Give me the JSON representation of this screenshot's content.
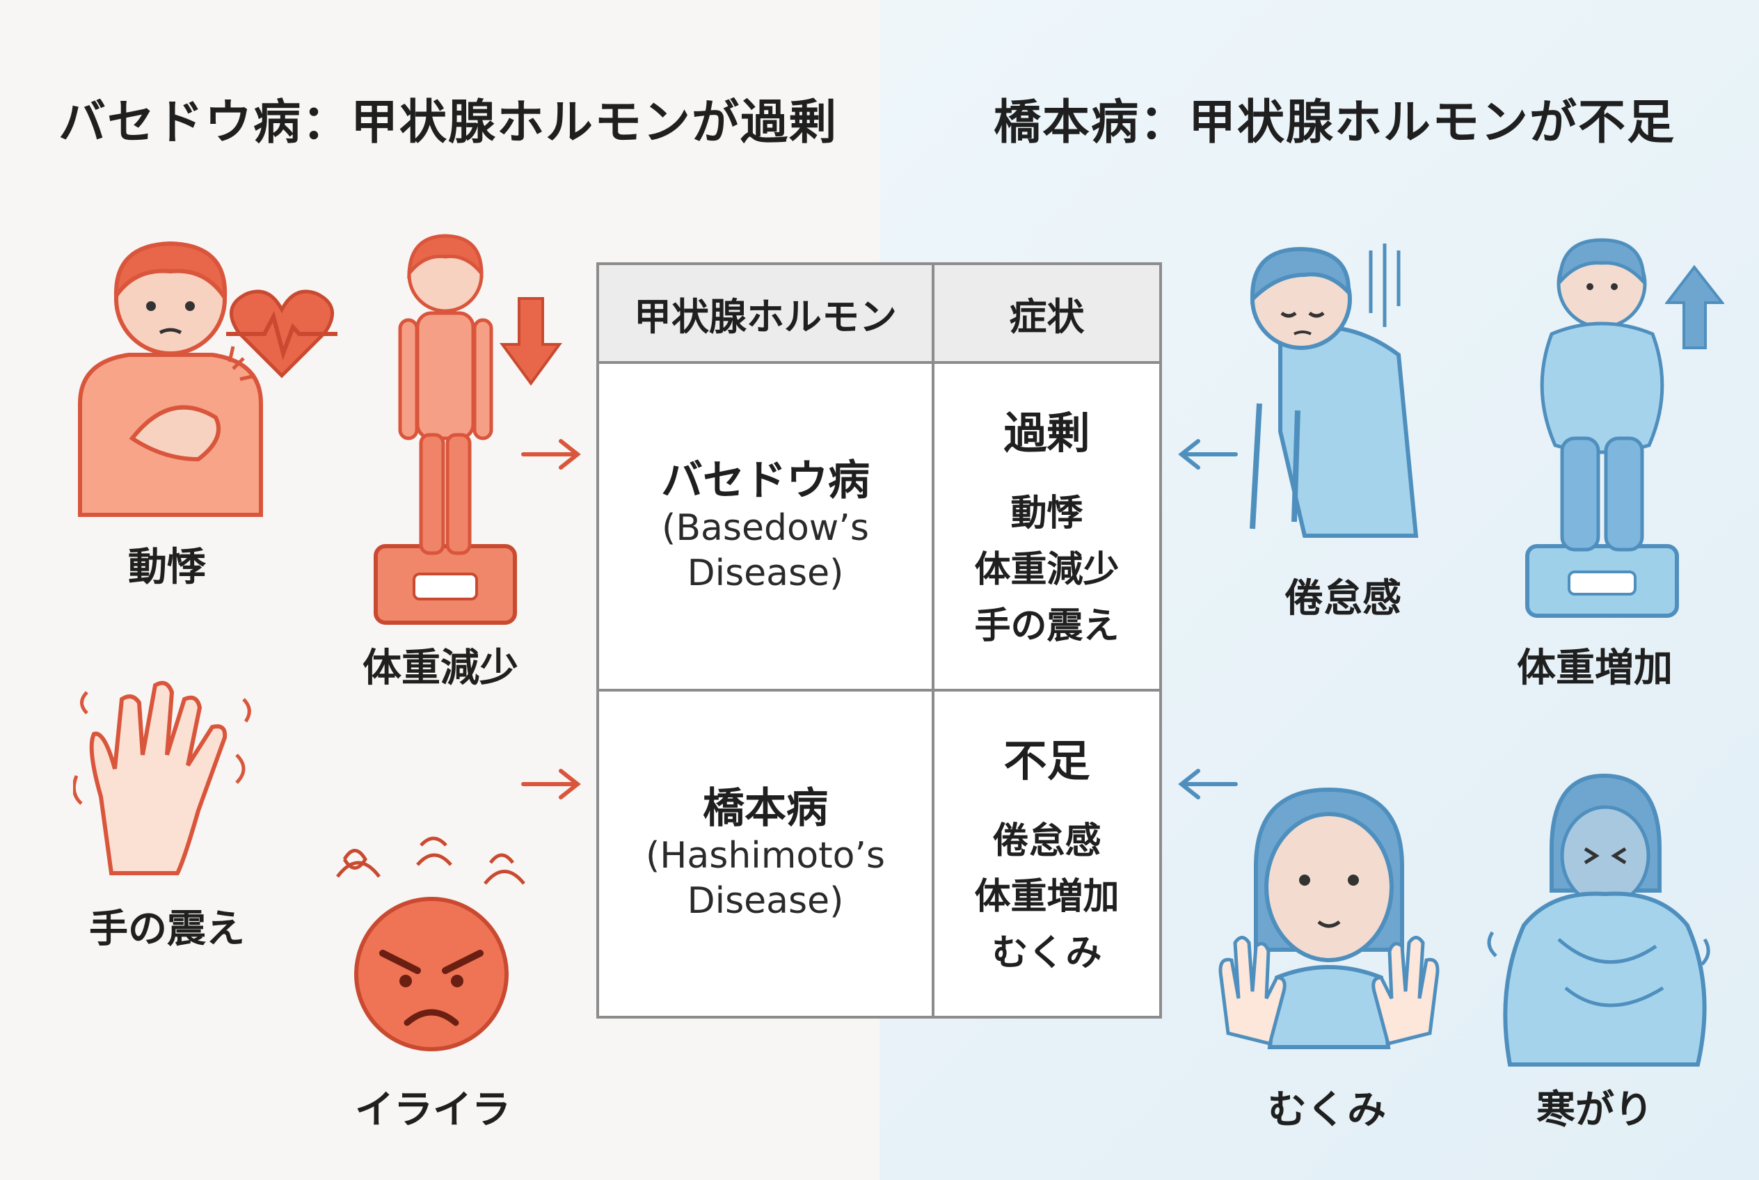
{
  "headings": {
    "left": "バセドウ病：甲状腺ホルモンが過剰",
    "right": "橋本病：甲状腺ホルモンが不足"
  },
  "table": {
    "headers": [
      "甲状腺ホルモン",
      "症状"
    ],
    "rows": [
      {
        "name": "バセドウ病",
        "sub": [
          "(Basedow’s",
          "Disease)"
        ],
        "level": "過剰",
        "symptoms": [
          "動悸",
          "体重減少",
          "手の震え"
        ]
      },
      {
        "name": "橋本病",
        "sub": [
          "(Hashimoto’s",
          "Disease)"
        ],
        "level": "不足",
        "symptoms": [
          "倦怠感",
          "体重増加",
          "むくみ"
        ]
      }
    ]
  },
  "left_symptoms": [
    "動悸",
    "体重減少",
    "手の震え",
    "イライラ"
  ],
  "right_symptoms": [
    "倦怠感",
    "体重増加",
    "むくみ",
    "寒がり"
  ],
  "colors": {
    "hyper": "#e8664a",
    "hyper_light": "#f59f86",
    "hypo": "#4f8fbe",
    "hypo_light": "#9fd0ea"
  }
}
